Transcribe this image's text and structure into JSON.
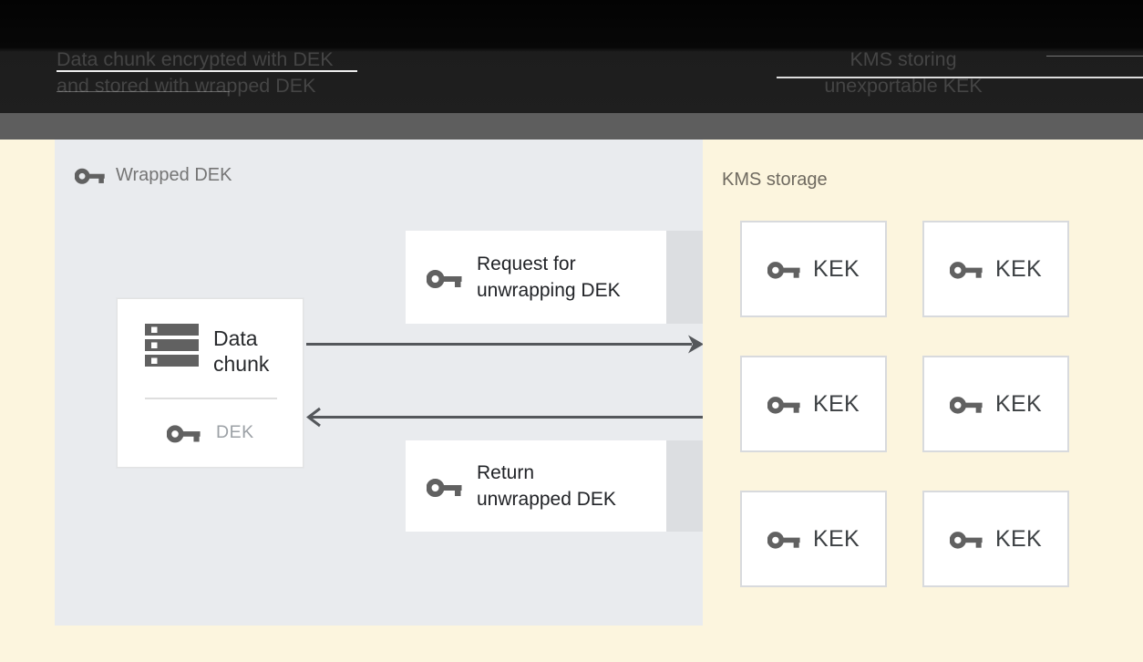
{
  "header": {
    "left": {
      "line1": "Data chunk encrypted with DEK",
      "line2": "and stored with wrapped DEK"
    },
    "right": {
      "line1": "KMS storing",
      "line2": "unexportable KEK"
    }
  },
  "wrapped_dek_panel": {
    "label": "Wrapped DEK"
  },
  "data_chunk_box": {
    "title": "Data chunk",
    "key_label": "DEK"
  },
  "request_box": {
    "label": "Request for unwrapping DEK"
  },
  "return_box": {
    "label": "Return unwrapped DEK"
  },
  "kms_storage": {
    "label": "KMS storage",
    "keys": [
      "KEK",
      "KEK",
      "KEK",
      "KEK",
      "KEK",
      "KEK"
    ]
  },
  "icons": {
    "key": "key-icon",
    "data_chunk": "storage-icon"
  },
  "colors": {
    "header_bg": "#0a0a0a",
    "header_text": "#454545",
    "divider_band": "#5e5e5e",
    "background_beige": "#fcf5de",
    "panel_bluegray": "#e9ebee",
    "box_white": "#ffffff",
    "box_shadow_strip": "#dcdee1",
    "icon_gray": "#616161",
    "arrow_gray": "#54575b",
    "kek_border": "#d8dadd",
    "muted_label": "#757575",
    "kms_label": "#6f6a60",
    "dek_label": "#9ca1a6",
    "dark_text": "#212327"
  }
}
